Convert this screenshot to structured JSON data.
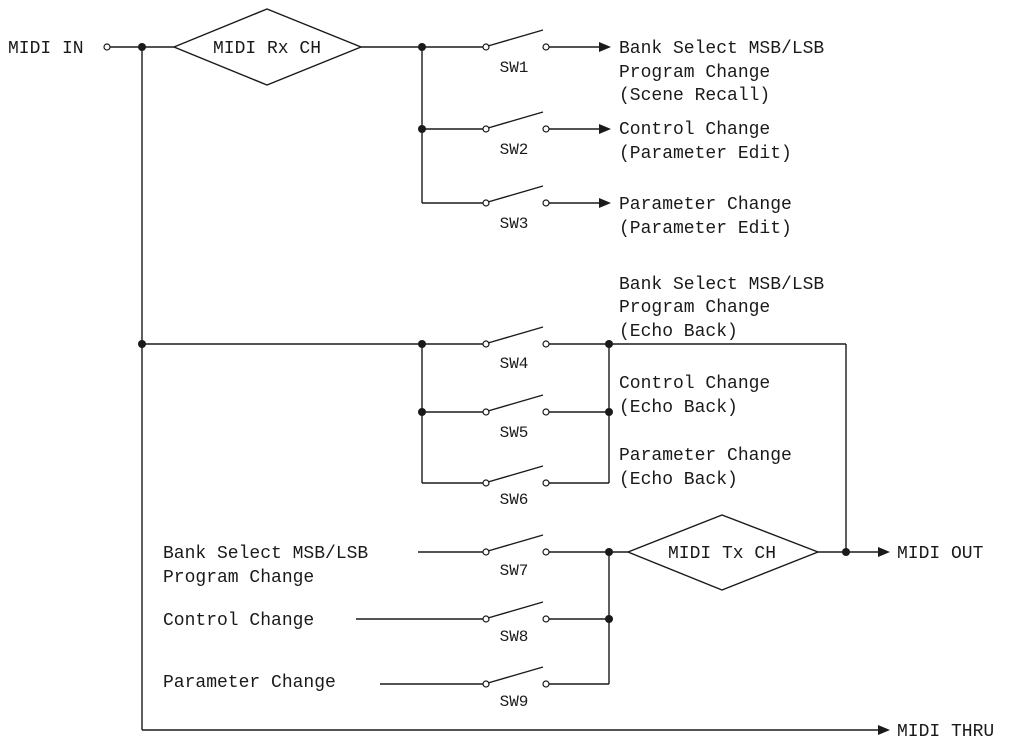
{
  "input": {
    "midi_in": "MIDI IN",
    "rx_channel": "MIDI Rx CH"
  },
  "receive": {
    "sw1_label": "SW1",
    "sw1_desc": [
      "Bank Select MSB/LSB",
      "Program Change",
      "(Scene Recall)"
    ],
    "sw2_label": "SW2",
    "sw2_desc": [
      "Control Change",
      "(Parameter Edit)"
    ],
    "sw3_label": "SW3",
    "sw3_desc": [
      "Parameter Change",
      "(Parameter Edit)"
    ]
  },
  "echo": {
    "sw4_label": "SW4",
    "sw4_desc": [
      "Bank Select MSB/LSB",
      "Program Change",
      "(Echo Back)"
    ],
    "sw5_label": "SW5",
    "sw5_desc": [
      "Control Change",
      "(Echo Back)"
    ],
    "sw6_label": "SW6",
    "sw6_desc": [
      "Parameter Change",
      "(Echo Back)"
    ]
  },
  "transmit": {
    "sw7_label": "SW7",
    "sw7_source": [
      "Bank Select MSB/LSB",
      "Program Change"
    ],
    "sw8_label": "SW8",
    "sw8_source": "Control Change",
    "sw9_label": "SW9",
    "sw9_source": "Parameter Change",
    "tx_channel": "MIDI Tx CH"
  },
  "output": {
    "midi_out": "MIDI OUT",
    "midi_thru": "MIDI THRU"
  }
}
